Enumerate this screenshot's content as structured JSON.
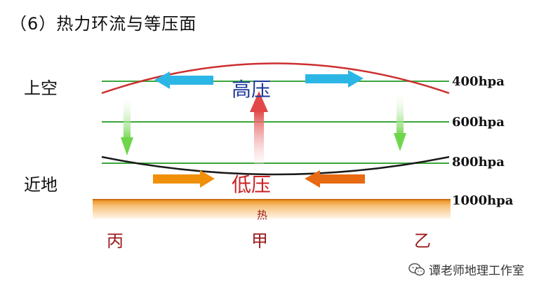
{
  "title": "（6）热力环流与等压面",
  "levels": {
    "upper": "上空",
    "near": "近地"
  },
  "isobars": [
    "400hpa",
    "600hpa",
    "800hpa",
    "1000hpa"
  ],
  "pressure": {
    "high": "高压",
    "low": "低压"
  },
  "ground": {
    "heat": "热"
  },
  "places": {
    "left": "丙",
    "center": "甲",
    "right": "乙"
  },
  "watermark": {
    "icon": "wechat-icon",
    "text": "谭老师地理工作室"
  },
  "colors": {
    "isobar_line": "#3aa63a",
    "upper_curve": "#cc2f2f",
    "lower_curve": "#1a1a1a",
    "ground": "#f0a23a",
    "high_text": "#1f3a99",
    "low_text": "#cc2222",
    "upper_arrow": "#2bb6e6",
    "lower_arrow": "#f0900a"
  }
}
